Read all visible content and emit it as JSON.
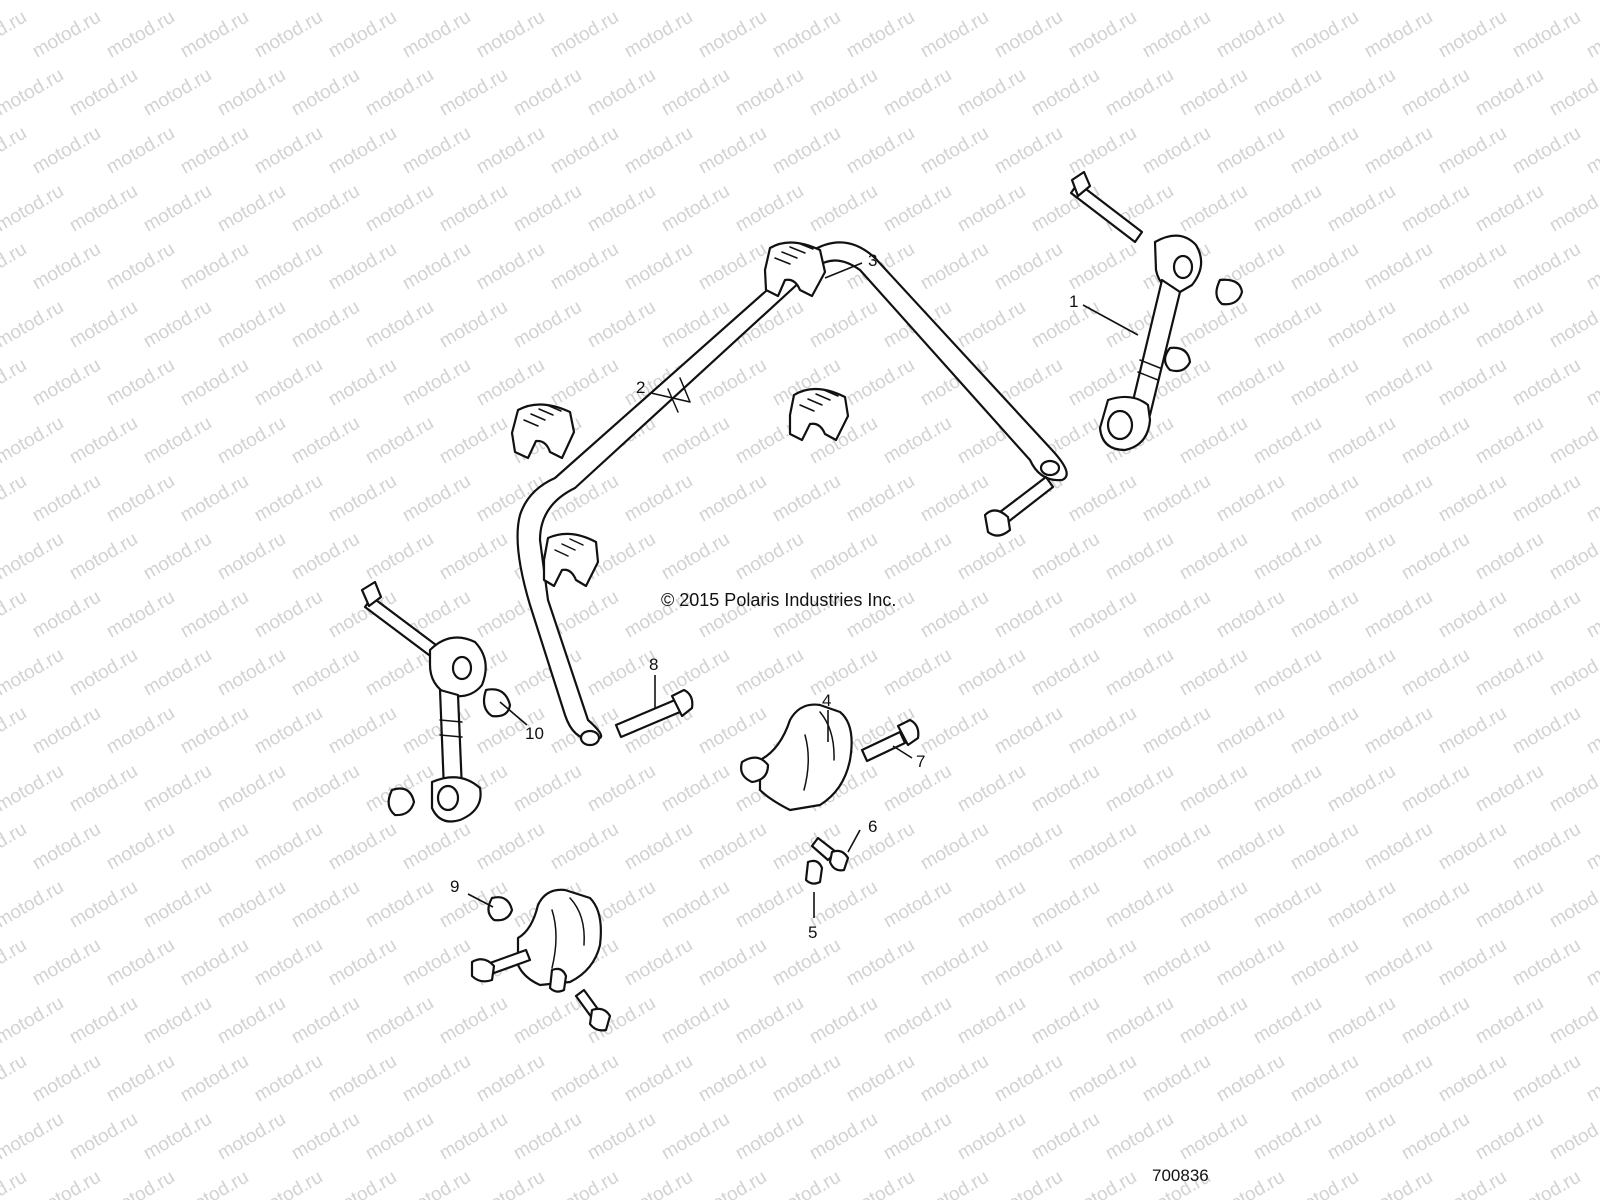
{
  "watermark": {
    "text": "motod.ru",
    "color": "#d2d2d2"
  },
  "copyright": "© 2015 Polaris Industries Inc.",
  "figure_number": "700836",
  "callouts": [
    {
      "id": "1",
      "label": "1"
    },
    {
      "id": "2",
      "label": "2"
    },
    {
      "id": "3",
      "label": "3"
    },
    {
      "id": "4",
      "label": "4"
    },
    {
      "id": "5",
      "label": "5"
    },
    {
      "id": "6",
      "label": "6"
    },
    {
      "id": "7",
      "label": "7"
    },
    {
      "id": "8",
      "label": "8"
    },
    {
      "id": "9",
      "label": "9"
    },
    {
      "id": "10",
      "label": "10"
    }
  ]
}
